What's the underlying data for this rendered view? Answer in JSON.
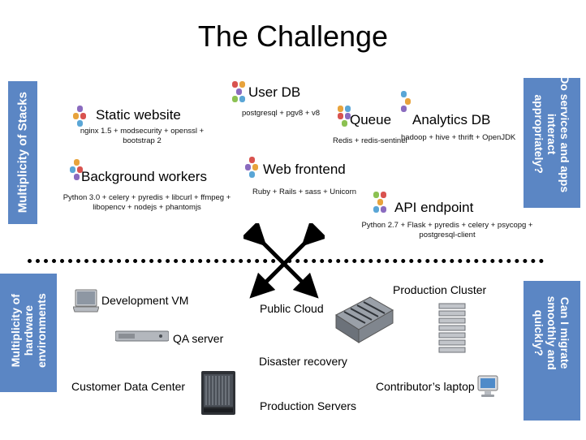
{
  "title": "The Challenge",
  "left_top_label": "Multiplicity of Stacks",
  "left_bottom_label": [
    "Multiplicity of",
    "hardware",
    "environments"
  ],
  "right_top_question": [
    "Do services and apps",
    "interact",
    "appropriately?"
  ],
  "right_bottom_question": [
    "Can I migrate",
    "smoothly and",
    "quickly?"
  ],
  "services": {
    "static_website": {
      "name": "Static website",
      "desc": [
        "nginx 1.5 + modsecurity + openssl +",
        "bootstrap 2"
      ]
    },
    "user_db": {
      "name": "User DB",
      "desc": [
        "postgresql + pgv8 + v8"
      ]
    },
    "queue": {
      "name": "Queue",
      "desc": [
        "Redis + redis-sentinel"
      ]
    },
    "analytics_db": {
      "name": "Analytics DB",
      "desc": [
        "hadoop + hive + thrift + OpenJDK"
      ]
    },
    "background_workers": {
      "name": "Background workers",
      "desc": [
        "Python 3.0 + celery + pyredis + libcurl + ffmpeg +",
        "libopencv + nodejs + phantomjs"
      ]
    },
    "web_frontend": {
      "name": "Web frontend",
      "desc": [
        "Ruby + Rails + sass + Unicorn"
      ]
    },
    "api_endpoint": {
      "name": "API endpoint",
      "desc": [
        "Python 2.7 + Flask + pyredis + celery + psycopg +",
        "postgresql-client"
      ]
    }
  },
  "environments": {
    "development_vm": "Development VM",
    "qa_server": "QA server",
    "customer_data_center": "Customer Data Center",
    "public_cloud": "Public Cloud",
    "disaster_recovery": "Disaster recovery",
    "production_servers": "Production Servers",
    "production_cluster": "Production Cluster",
    "contributors_laptop": "Contributor’s laptop"
  },
  "colors": {
    "side_box": "#5b86c4",
    "hex_red": "#d9534f",
    "hex_blue": "#5aa6d6",
    "hex_purple": "#8a6bbf",
    "hex_orange": "#e8a33c",
    "hex_green": "#8cc152"
  },
  "icons": [
    "hexagon-cluster-icon",
    "double-arrow-icon",
    "laptop-icon",
    "server-icon",
    "blade-server-icon",
    "data-center-icon",
    "server-rack-icon",
    "desktop-icon"
  ]
}
